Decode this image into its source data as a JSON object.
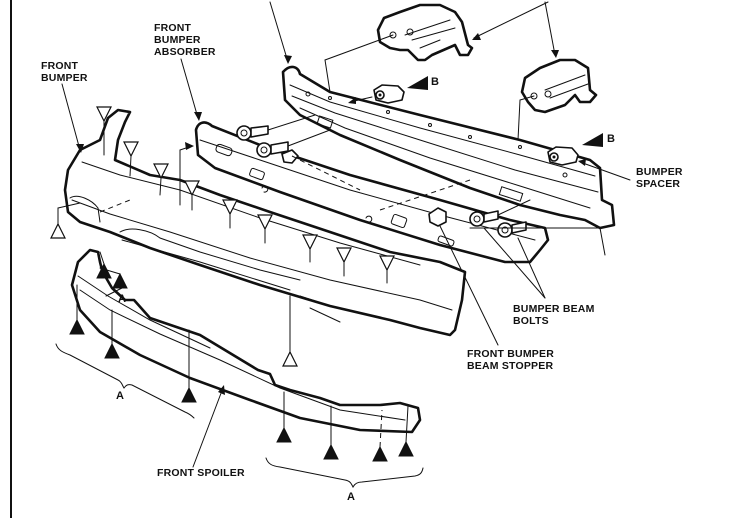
{
  "diagram": {
    "title": "Front bumper exploded view",
    "labels": {
      "front_bumper": [
        "FRONT",
        "BUMPER"
      ],
      "front_bumper_absorber": [
        "FRONT",
        "BUMPER",
        "ABSORBER"
      ],
      "bumper_spacer": [
        "BUMPER",
        "SPACER"
      ],
      "bumper_beam_bolts": [
        "BUMPER BEAM",
        "BOLTS"
      ],
      "front_bumper_beam_stopper": [
        "FRONT BUMPER",
        "BEAM STOPPER"
      ],
      "front_spoiler": [
        "FRONT SPOILER"
      ]
    },
    "callouts": {
      "b": "B",
      "a": "A"
    },
    "symbols": {
      "open_triangle": "clip-location-icon",
      "solid_triangle": "spoiler-fastener-icon",
      "solid_arrow": "reference-arrow-icon"
    },
    "colors": {
      "ink": "#111111",
      "paper": "#ffffff"
    }
  }
}
